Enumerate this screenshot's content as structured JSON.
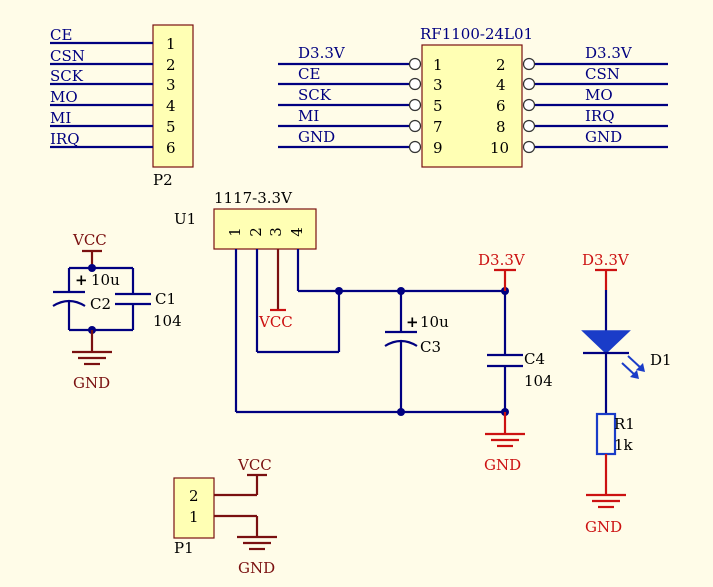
{
  "p2": {
    "designator": "P2",
    "nets": [
      "CE",
      "CSN",
      "SCK",
      "MO",
      "MI",
      "IRQ"
    ],
    "pins": [
      "1",
      "2",
      "3",
      "4",
      "5",
      "6"
    ]
  },
  "rf": {
    "name": "RF1100-24L01",
    "left_nets": [
      "D3.3V",
      "CE",
      "SCK",
      "MI",
      "GND"
    ],
    "left_pins": [
      "1",
      "3",
      "5",
      "7",
      "9"
    ],
    "right_nets": [
      "D3.3V",
      "CSN",
      "MO",
      "IRQ",
      "GND"
    ],
    "right_pins": [
      "2",
      "4",
      "6",
      "8",
      "10"
    ]
  },
  "u1": {
    "designator": "U1",
    "part": "1117-3.3V",
    "pins": [
      "1",
      "2",
      "3",
      "4"
    ]
  },
  "power": {
    "vcc": "VCC",
    "gnd": "GND",
    "d33": "D3.3V"
  },
  "caps": {
    "c1": {
      "ref": "C1",
      "value": "104"
    },
    "c2": {
      "ref": "C2",
      "value": "10u"
    },
    "c3": {
      "ref": "C3",
      "value": "10u"
    },
    "c4": {
      "ref": "C4",
      "value": "104"
    }
  },
  "led": {
    "ref": "D1"
  },
  "res": {
    "ref": "R1",
    "value": "1k"
  },
  "p1": {
    "designator": "P1",
    "pins": [
      "2",
      "1"
    ]
  },
  "colors": {
    "background": "#fffce8",
    "wire": "#000080",
    "power_red": "#cc1111",
    "power_dark": "#7a1010",
    "part_body": "#ffffb4",
    "led": "#1a3cc8"
  }
}
